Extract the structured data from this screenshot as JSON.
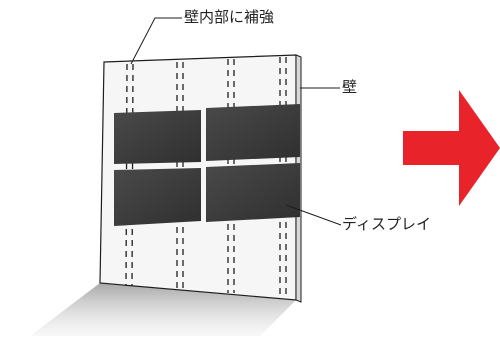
{
  "labels": {
    "reinforcement": "壁内部に補強",
    "wall": "壁",
    "display": "ディスプレイ"
  },
  "colors": {
    "wall_face": "#f6f6f6",
    "wall_edge": "#1e1e1e",
    "panel": "#3a3a3a",
    "panel_highlight": "#4a4a4a",
    "floor_shadow": "#bdbdbd",
    "arrow": "#e8232a"
  },
  "diagram": {
    "display_grid": {
      "rows": 2,
      "columns": 2
    },
    "hidden_reinforcement_posts": 4,
    "arrow_direction": "right",
    "icons": [
      "arrow-right-icon"
    ]
  }
}
